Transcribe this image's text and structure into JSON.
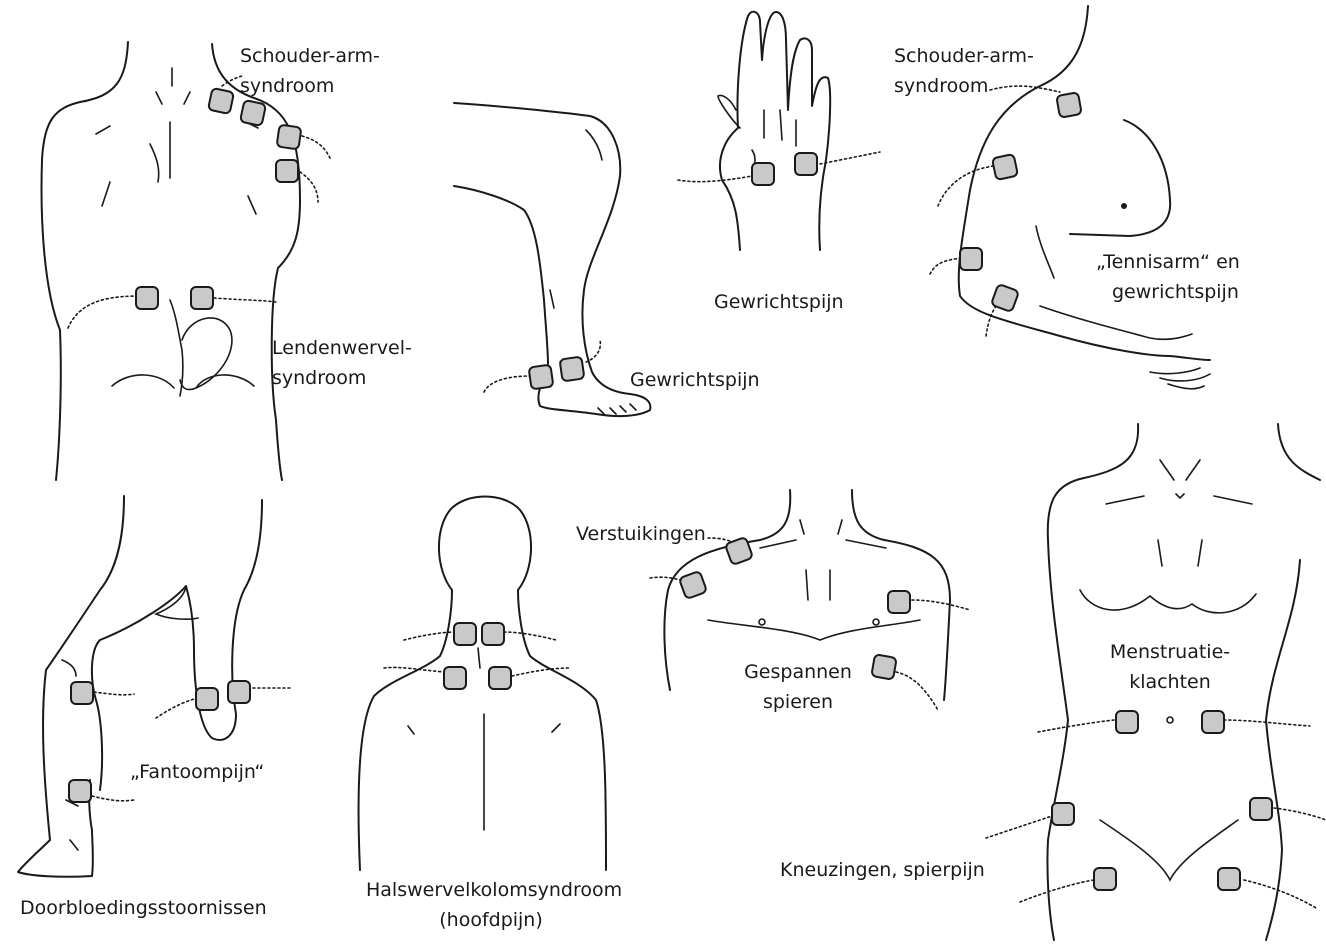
{
  "labels": {
    "shoulder_arm_1": "Schouder-arm-",
    "shoulder_arm_1b": "syndroom",
    "shoulder_arm_2": "Schouder-arm-",
    "shoulder_arm_2b": "syndroom",
    "lumbar_1": "Lendenwervel-",
    "lumbar_2": "syndroom",
    "joint_pain_ankle": "Gewrichtspijn",
    "joint_pain_hand": "Gewrichtspijn",
    "tennis_1": "„Tennisarm“ en",
    "tennis_2": "gewrichtspijn",
    "sprains": "Verstuikingen",
    "tense_1": "Gespannen",
    "tense_2": "spieren",
    "menstrual_1": "Menstruatie-",
    "menstrual_2": "klachten",
    "phantom": "„Fantoompijn“",
    "circulation": "Doorbloedingsstoornissen",
    "cervical_1": "Halswervelkolomsyndroom",
    "cervical_2": "(hoofdpijn)",
    "bruises": "Kneuzingen, spierpijn"
  },
  "colors": {
    "line": "#1a1a1a",
    "pad": "#c9c9c9",
    "background": "#ffffff"
  },
  "icons": {
    "electrode": "electrode-pad-icon"
  }
}
